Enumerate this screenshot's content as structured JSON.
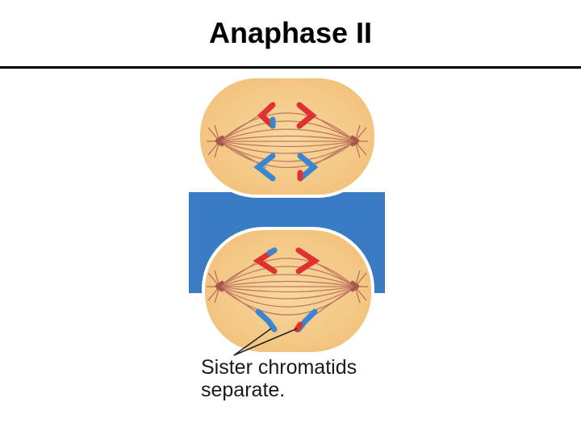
{
  "slide": {
    "title": "Anaphase II"
  },
  "diagram": {
    "caption_line1": "Sister chromatids",
    "caption_line2": "separate."
  },
  "colors": {
    "cell_fill": "#f5cc8c",
    "cell_outline": "#ffffff",
    "spindle": "#b06050",
    "blue_band": "#3a7cc4",
    "chromatid_red": "#e03030",
    "chromatid_blue": "#3a86d0",
    "title_rule": "#000000"
  }
}
